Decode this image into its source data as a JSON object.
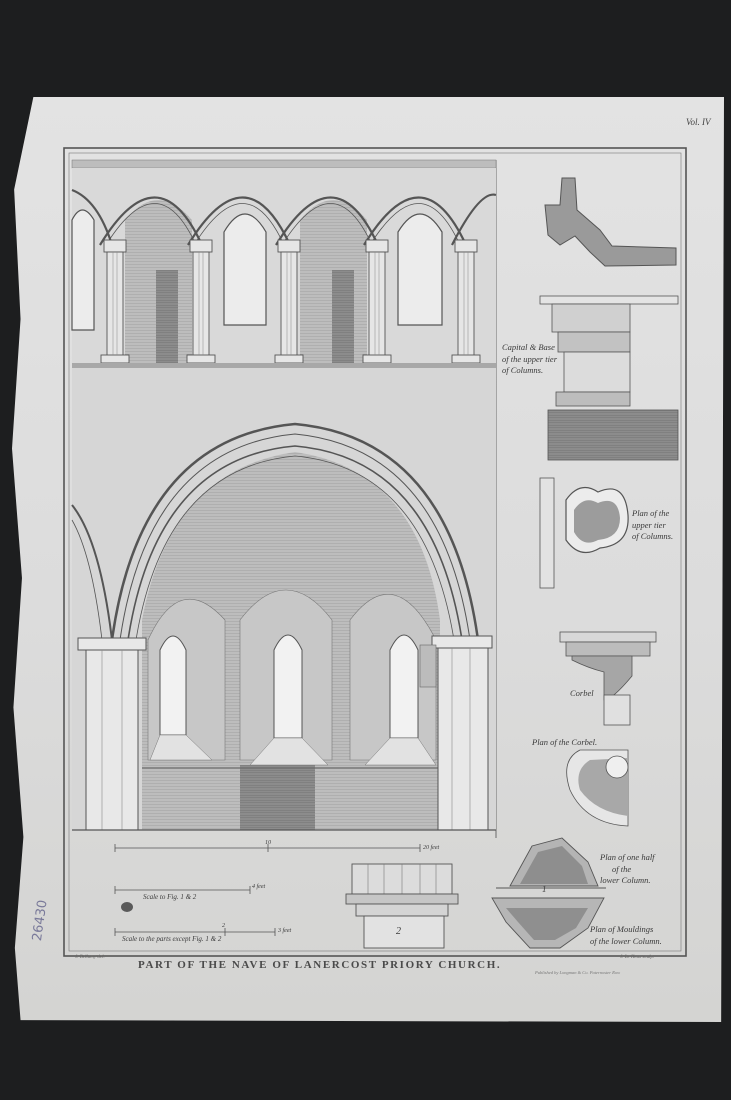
{
  "volume_label": "Vol. IV",
  "title": "PART OF THE NAVE OF LANERCOST PRIORY CHURCH.",
  "credits": {
    "left": "J. Bellamy del.",
    "right": "J. Le Keux sculp.",
    "publisher": "Published by Longman & Co. Paternoster Row"
  },
  "captions": {
    "capital_base": [
      "Capital & Base",
      "of the upper tier",
      "of Columns."
    ],
    "plan_upper": [
      "Plan of the",
      "upper tier",
      "of Columns."
    ],
    "corbel": "Corbel",
    "plan_corbel": "Plan of the Corbel.",
    "plan_half_lower": [
      "Plan of one half",
      "of the",
      "lower Column."
    ],
    "plan_mouldings": [
      "Plan of Mouldings",
      "of the lower Column."
    ]
  },
  "scales": {
    "main": {
      "mid": "10",
      "end": "20 feet"
    },
    "fig": {
      "label": "Scale to Fig. 1 & 2",
      "end": "4 feet"
    },
    "parts": {
      "label": "Scale to the parts except Fig. 1 & 2",
      "mid": "2",
      "end": "3 feet"
    }
  },
  "figure_numbers": [
    "2",
    "1"
  ],
  "inventory_mark": "26430"
}
